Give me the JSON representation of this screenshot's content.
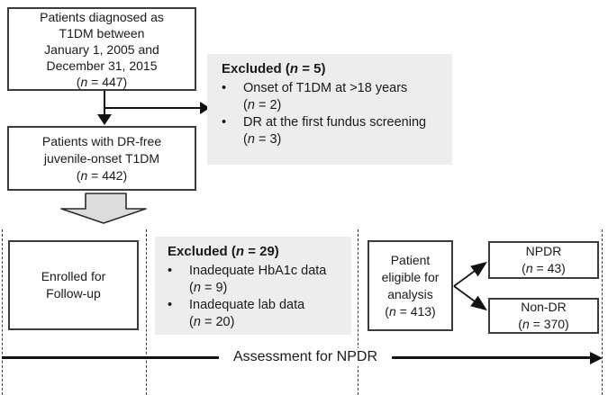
{
  "diagram": {
    "glyphs": {
      "bullet": "•"
    },
    "colors": {
      "box_border": "#3b3b3b",
      "excluded_bg": "#ededed",
      "block_arrow_fill": "#dcdcdc",
      "line": "#111111"
    },
    "top": {
      "box_diagnosed": {
        "lines": [
          "Patients diagnosed as",
          "T1DM  between",
          "January 1, 2005 and",
          "December 31, 2015",
          "(n = 447)"
        ]
      },
      "excluded_top": {
        "title": "Excluded (n = 5)",
        "items": [
          {
            "text": "Onset of T1DM at >18 years",
            "count": "(n = 2)"
          },
          {
            "text": "DR at the first fundus screening",
            "count": "(n = 3)"
          }
        ]
      },
      "box_drfree": {
        "lines": [
          "Patients with DR-free",
          "juvenile-onset T1DM",
          "(n = 442)"
        ]
      }
    },
    "bottom": {
      "box_enrolled": {
        "lines": [
          "Enrolled for",
          "Follow-up"
        ]
      },
      "excluded_bottom": {
        "title": "Excluded (n = 29)",
        "items": [
          {
            "text": "Inadequate HbA1c data",
            "count": "(n = 9)"
          },
          {
            "text": "Inadequate lab data",
            "count": "(n = 20)"
          }
        ]
      },
      "box_eligible": {
        "lines": [
          "Patient",
          "eligible for",
          "analysis",
          "(n = 413)"
        ]
      },
      "box_npdr": {
        "lines": [
          "NPDR",
          "(n = 43)"
        ]
      },
      "box_nondr": {
        "lines": [
          "Non-DR",
          "(n = 370)"
        ]
      },
      "axis_label": "Assessment for NPDR"
    }
  }
}
